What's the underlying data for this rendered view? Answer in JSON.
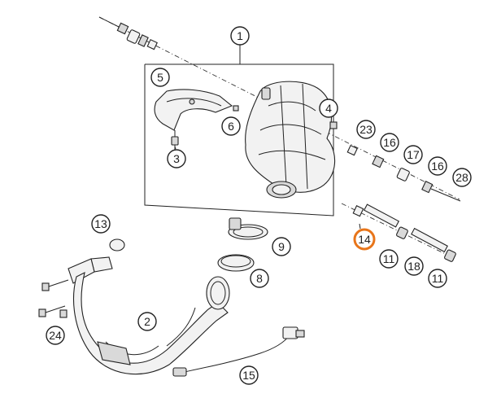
{
  "diagram": {
    "highlight_color": "#e8751a",
    "callouts": [
      {
        "id": "c1",
        "label": "1"
      },
      {
        "id": "c2",
        "label": "2"
      },
      {
        "id": "c3",
        "label": "3"
      },
      {
        "id": "c4",
        "label": "4"
      },
      {
        "id": "c5",
        "label": "5"
      },
      {
        "id": "c6",
        "label": "6"
      },
      {
        "id": "c8",
        "label": "8"
      },
      {
        "id": "c9",
        "label": "9"
      },
      {
        "id": "c11a",
        "label": "11"
      },
      {
        "id": "c11b",
        "label": "11"
      },
      {
        "id": "c13",
        "label": "13"
      },
      {
        "id": "c14",
        "label": "14",
        "highlighted": true
      },
      {
        "id": "c15",
        "label": "15"
      },
      {
        "id": "c16a",
        "label": "16"
      },
      {
        "id": "c16b",
        "label": "16"
      },
      {
        "id": "c17",
        "label": "17"
      },
      {
        "id": "c18",
        "label": "18"
      },
      {
        "id": "c23",
        "label": "23"
      },
      {
        "id": "c24",
        "label": "24"
      },
      {
        "id": "c28",
        "label": "28"
      }
    ]
  }
}
